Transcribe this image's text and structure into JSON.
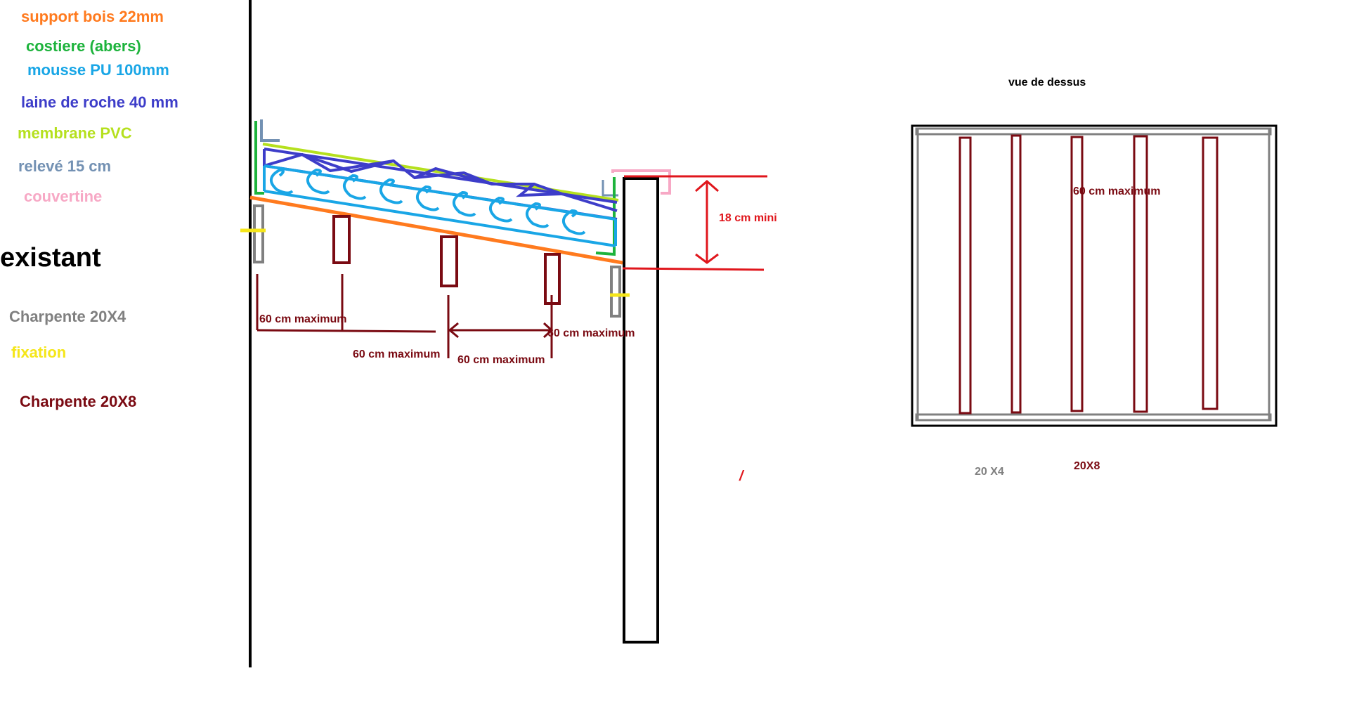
{
  "legend": {
    "items": [
      {
        "label": "support bois 22mm",
        "color": "#ff7a1e"
      },
      {
        "label": "costiere (abers)",
        "color": "#1db33c"
      },
      {
        "label": "mousse PU 100mm",
        "color": "#19a6e6"
      },
      {
        "label": "laine de roche 40 mm",
        "color": "#3d3dc9"
      },
      {
        "label": "membrane PVC",
        "color": "#b5e01e"
      },
      {
        "label": "relevé 15 cm",
        "color": "#7391b3"
      },
      {
        "label": "couvertine",
        "color": "#f7a8c5"
      }
    ],
    "existing_title": "existant",
    "existing_items": [
      {
        "label": "Charpente 20X4",
        "color": "#808080"
      },
      {
        "label": "fixation",
        "color": "#f5e61a"
      },
      {
        "label": "Charpente 20X8",
        "color": "#7a0a12"
      }
    ]
  },
  "section": {
    "dim_labels": [
      "60 cm maximum",
      "60 cm maximum",
      "60 cm maximum",
      "60 cm maximum"
    ],
    "height_label": "18 cm mini",
    "stray_mark": "/"
  },
  "top_view": {
    "title": "vue de dessus",
    "spacing_label": "60 cm maximum",
    "label_20x4": "20 X4",
    "label_20x8": "20X8"
  }
}
